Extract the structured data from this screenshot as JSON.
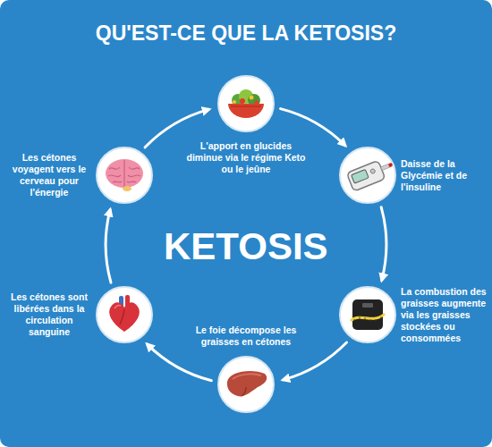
{
  "diagram": {
    "title": "QU'EST-CE QUE LA KETOSIS?",
    "nodes": [
      {
        "text": [
          "L'apport en glucides diminue via le régime Keto ou le jeûne"
        ]
      },
      {
        "text": [
          "Daisse de la Glycémie et de l'insuline"
        ]
      },
      {
        "text": [
          "La combustion des graisses augmente via les graisses stockées ou consommées"
        ]
      },
      {
        "text": [
          "Le foie décompose les graisses en cétones"
        ]
      },
      {
        "text": [
          "Les cétones sont libérées dans la circulation sanguine"
        ]
      },
      {
        "text": [
          "Les cétones voyagent vers le cerveau pour l'énergie"
        ]
      }
    ],
    "edges": [
      {
        "from": 0,
        "to": 1,
        "arrow": "to"
      },
      {
        "from": 1,
        "to": 2,
        "arrow": "to"
      },
      {
        "from": 2,
        "to": 3,
        "arrow": "to"
      },
      {
        "from": 3,
        "to": 4,
        "arrow": "to"
      },
      {
        "from": 4,
        "to": 5,
        "arrow": "to"
      },
      {
        "from": 5,
        "to": 0,
        "arrow": "to"
      }
    ],
    "labels": [
      "KETOSIS"
    ]
  }
}
